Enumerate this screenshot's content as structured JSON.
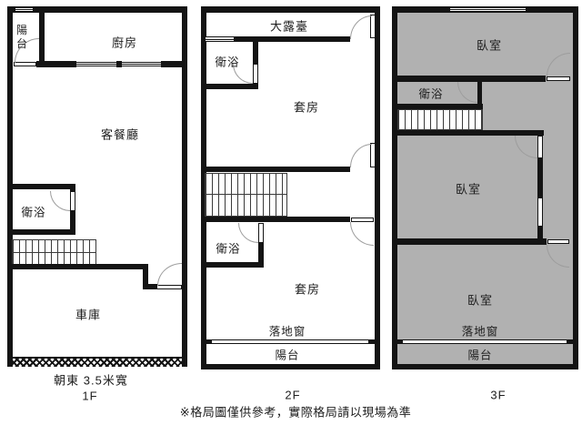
{
  "colors": {
    "wall": "#141414",
    "room_fill_3f": "#b1b1b1",
    "arc_stroke": "#9d9d9d",
    "text": "#1d1d1d"
  },
  "floors": [
    {
      "label": "1F",
      "note": "朝東 3.5米寬",
      "rooms": [
        {
          "name": "balcony",
          "label": "陽台"
        },
        {
          "name": "kitchen",
          "label": "廚房"
        },
        {
          "name": "living-dining",
          "label": "客餐廳"
        },
        {
          "name": "bathroom",
          "label": "衛浴"
        },
        {
          "name": "garage",
          "label": "車庫"
        }
      ]
    },
    {
      "label": "2F",
      "rooms": [
        {
          "name": "large-terrace",
          "label": "大露臺"
        },
        {
          "name": "bathroom-upper",
          "label": "衛浴"
        },
        {
          "name": "suite-upper",
          "label": "套房"
        },
        {
          "name": "bathroom-lower",
          "label": "衛浴"
        },
        {
          "name": "suite-lower",
          "label": "套房"
        }
      ],
      "features": [
        {
          "name": "french-window",
          "label": "落地窗"
        },
        {
          "name": "balcony",
          "label": "陽台"
        }
      ]
    },
    {
      "label": "3F",
      "rooms": [
        {
          "name": "bedroom-top",
          "label": "臥室"
        },
        {
          "name": "bathroom",
          "label": "衛浴"
        },
        {
          "name": "bedroom-middle",
          "label": "臥室"
        },
        {
          "name": "bedroom-bottom",
          "label": "臥室"
        }
      ],
      "features": [
        {
          "name": "french-window",
          "label": "落地窗"
        },
        {
          "name": "balcony",
          "label": "陽台"
        }
      ]
    }
  ],
  "footer": {
    "disclaimer": "※格局圖僅供參考，實際格局請以現場為準"
  }
}
